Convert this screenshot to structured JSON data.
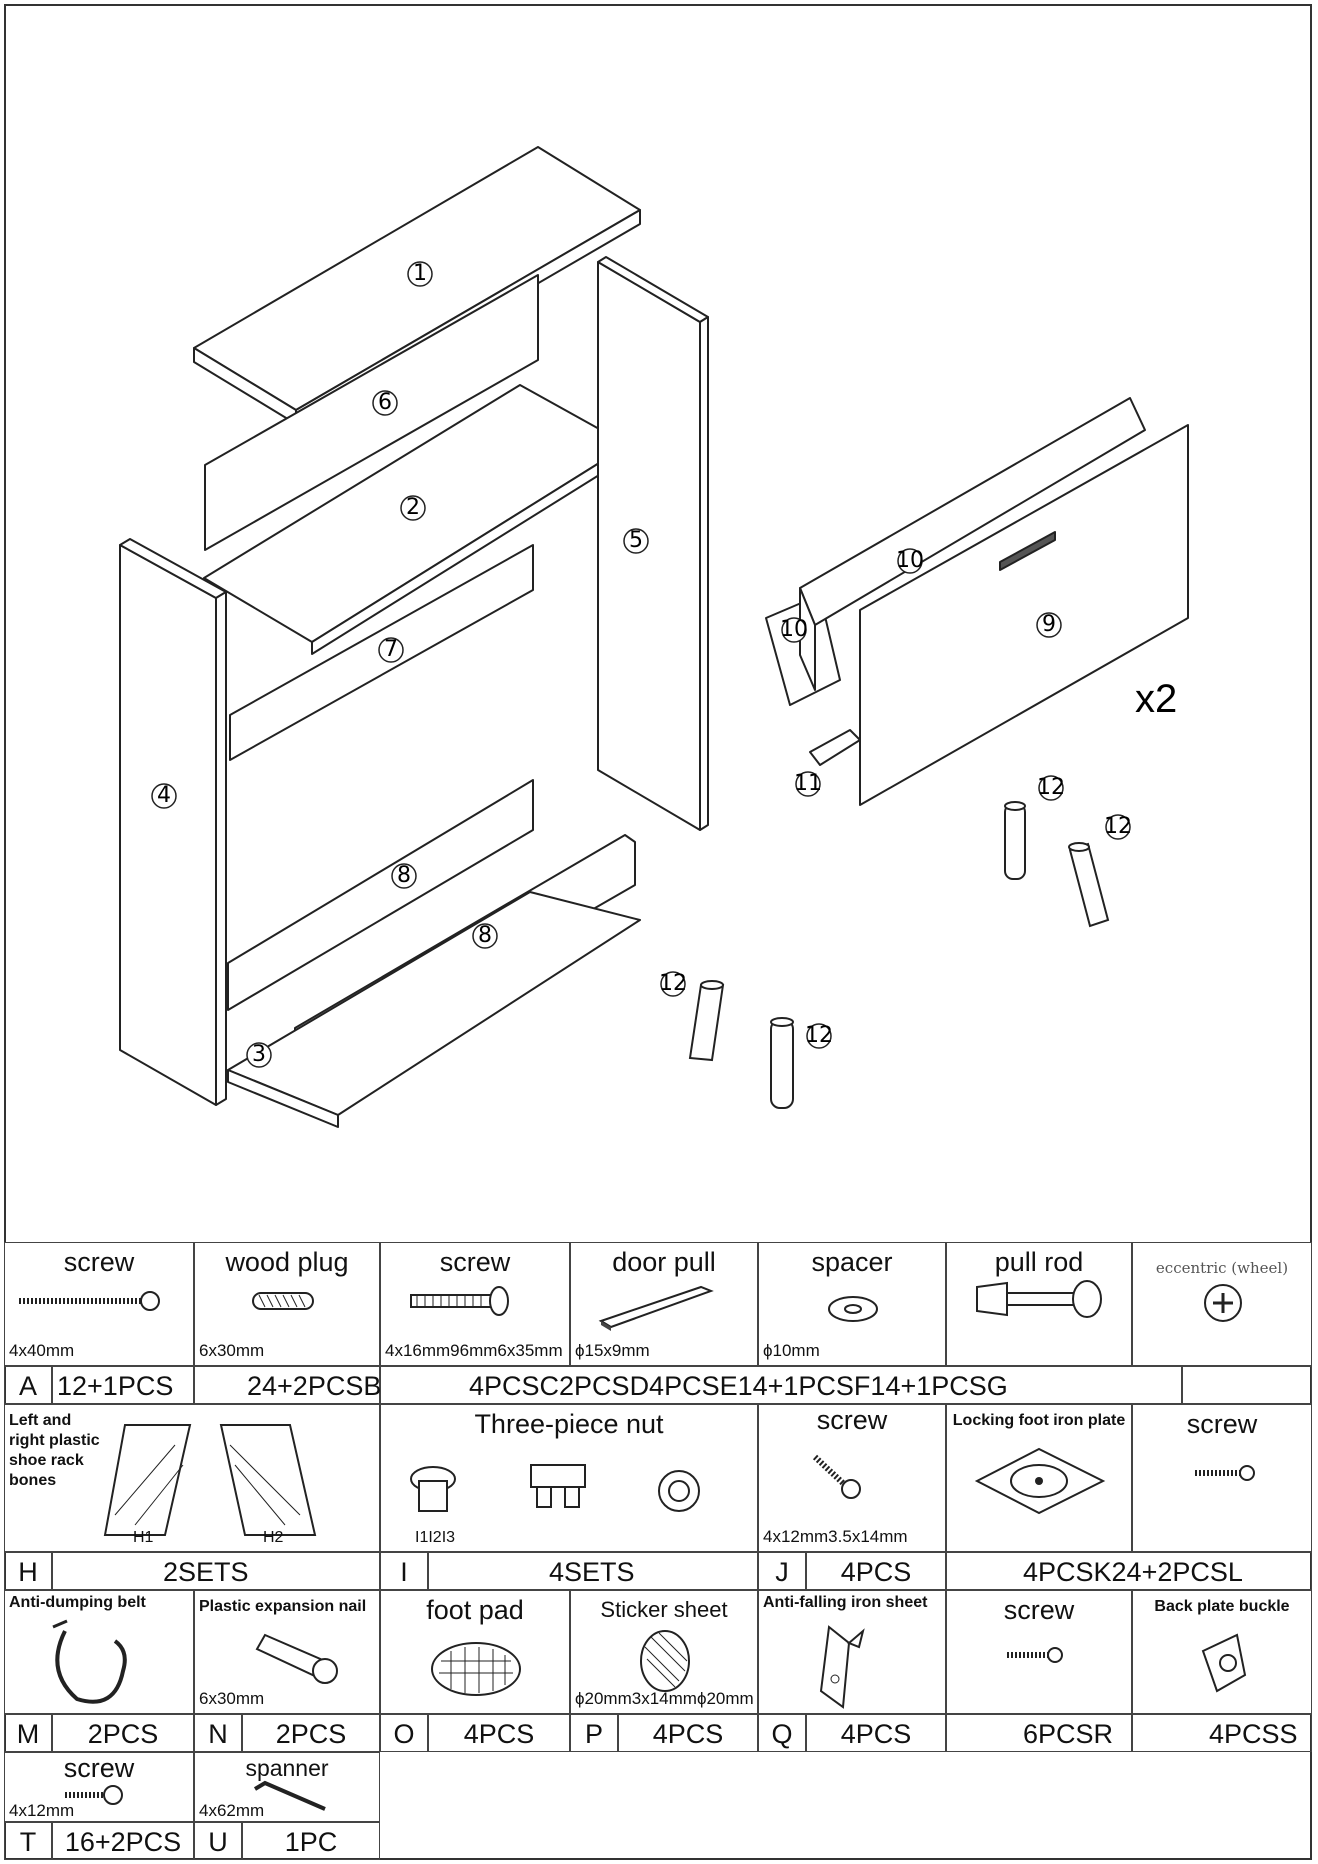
{
  "diagram": {
    "part_numbers": [
      "1",
      "2",
      "3",
      "4",
      "5",
      "6",
      "7",
      "8",
      "8",
      "9",
      "10",
      "10",
      "11",
      "12",
      "12",
      "12",
      "12"
    ],
    "multiplier": "x2"
  },
  "parts_row1": {
    "a": {
      "name": "screw",
      "size": "4x40mm",
      "icon": "long-screw-icon"
    },
    "b": {
      "name": "wood plug",
      "size": "6x30mm",
      "icon": "wood-plug-icon"
    },
    "c": {
      "name": "screw",
      "size": "4x16mm96mm6x35mm",
      "icon": "bolt-icon"
    },
    "d": {
      "name": "door pull",
      "size": "ϕ15x9mm",
      "icon": "door-pull-icon"
    },
    "e": {
      "name": "spacer",
      "size": "ϕ10mm",
      "icon": "washer-icon"
    },
    "f": {
      "name": "pull rod",
      "icon": "pull-rod-icon"
    },
    "g": {
      "name": "eccentric (wheel)",
      "icon": "cam-lock-icon"
    }
  },
  "labels_row1": [
    "A",
    "12+1PCS",
    "24+2PCSB",
    "4PCSC2PCSD4PCSE14+1PCSF14+1PCSG"
  ],
  "parts_row2": {
    "h": {
      "name": "Left and right plastic shoe rack bones",
      "h1": "H1",
      "h2": "H2",
      "icon": "shoe-rack-bone-icon"
    },
    "i": {
      "name": "Three-piece nut",
      "sub": "I1I2I3",
      "icon": "nut-set-icon"
    },
    "j": {
      "name": "screw",
      "size": "4x12mm3.5x14mm",
      "icon": "tapping-screw-icon"
    },
    "k": {
      "name": "Locking foot iron plate",
      "icon": "foot-plate-icon"
    },
    "l": {
      "name": "screw",
      "icon": "small-screw-icon"
    }
  },
  "labels_row2": {
    "h": "H",
    "h_qty": "2SETS",
    "i": "I",
    "i_qty": "4SETS",
    "j": "J",
    "j_qty": "4PCS",
    "kl": "4PCSK24+2PCSL"
  },
  "parts_row3": {
    "m": {
      "name": "Anti-dumping belt",
      "icon": "cable-tie-icon"
    },
    "n": {
      "name": "Plastic expansion nail",
      "size": "6x30mm",
      "icon": "expansion-nail-icon"
    },
    "o": {
      "name": "foot pad",
      "icon": "foot-pad-icon"
    },
    "p": {
      "name": "Sticker sheet",
      "size": "ϕ20mm3x14mmϕ20mm",
      "icon": "sticker-icon"
    },
    "q": {
      "name": "Anti-falling iron sheet",
      "icon": "iron-sheet-icon"
    },
    "r": {
      "name": "screw",
      "icon": "short-screw-icon"
    },
    "s": {
      "name": "Back plate buckle",
      "icon": "buckle-icon"
    }
  },
  "labels_row3": {
    "m": "M",
    "m_qty": "2PCS",
    "n": "N",
    "n_qty": "2PCS",
    "o": "O",
    "o_qty": "4PCS",
    "p": "P",
    "p_qty": "4PCS",
    "q": "Q",
    "q_qty": "4PCS",
    "r_qty": "6PCSR",
    "s_qty": "4PCSS"
  },
  "parts_row4": {
    "t": {
      "name": "screw",
      "size": "4x12mm",
      "icon": "round-screw-icon"
    },
    "u": {
      "name": "spanner",
      "size": "4x62mm",
      "icon": "hex-key-icon"
    }
  },
  "labels_row4": {
    "t": "T",
    "t_qty": "16+2PCS",
    "u": "U",
    "u_qty": "1PC"
  }
}
